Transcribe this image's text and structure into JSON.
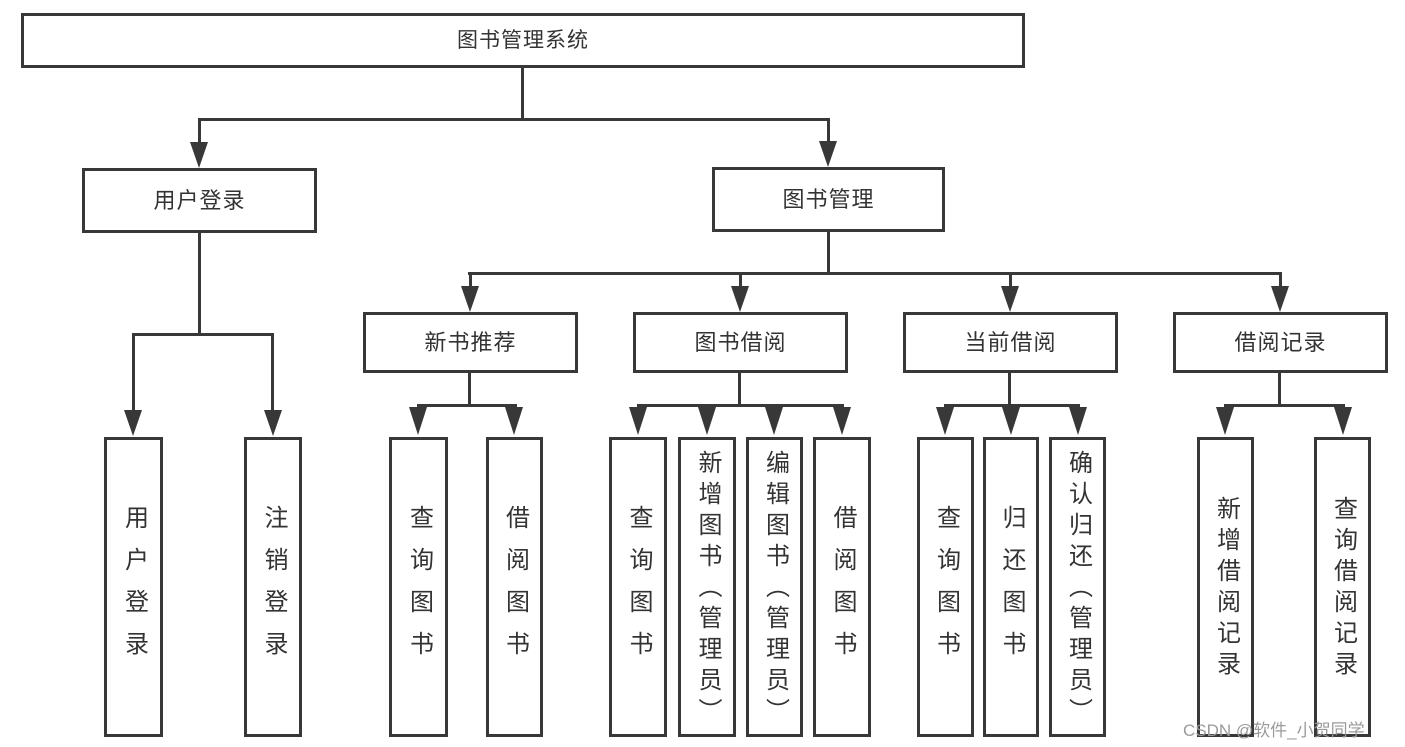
{
  "diagram": {
    "root": "图书管理系统",
    "level2": {
      "user_login": "用户登录",
      "book_mgmt": "图书管理"
    },
    "level3": {
      "new_books": "新书推荐",
      "book_borrow": "图书借阅",
      "current_borrow": "当前借阅",
      "borrow_records": "借阅记录"
    },
    "leaves": {
      "user_login": [
        "用户登录",
        "注销登录"
      ],
      "new_books": [
        "查询图书",
        "借阅图书"
      ],
      "book_borrow": [
        "查询图书",
        "新增图书（管理员）",
        "编辑图书（管理员）",
        "借阅图书"
      ],
      "current_borrow": [
        "查询图书",
        "归还图书",
        "确认归还（管理员）"
      ],
      "borrow_records": [
        "新增借阅记录",
        "查询借阅记录"
      ]
    }
  },
  "watermark": "CSDN @软件_小贺同学",
  "colors": {
    "line": "#383838",
    "text": "#333333",
    "watermark": "#9b9b9b",
    "background": "#ffffff"
  }
}
